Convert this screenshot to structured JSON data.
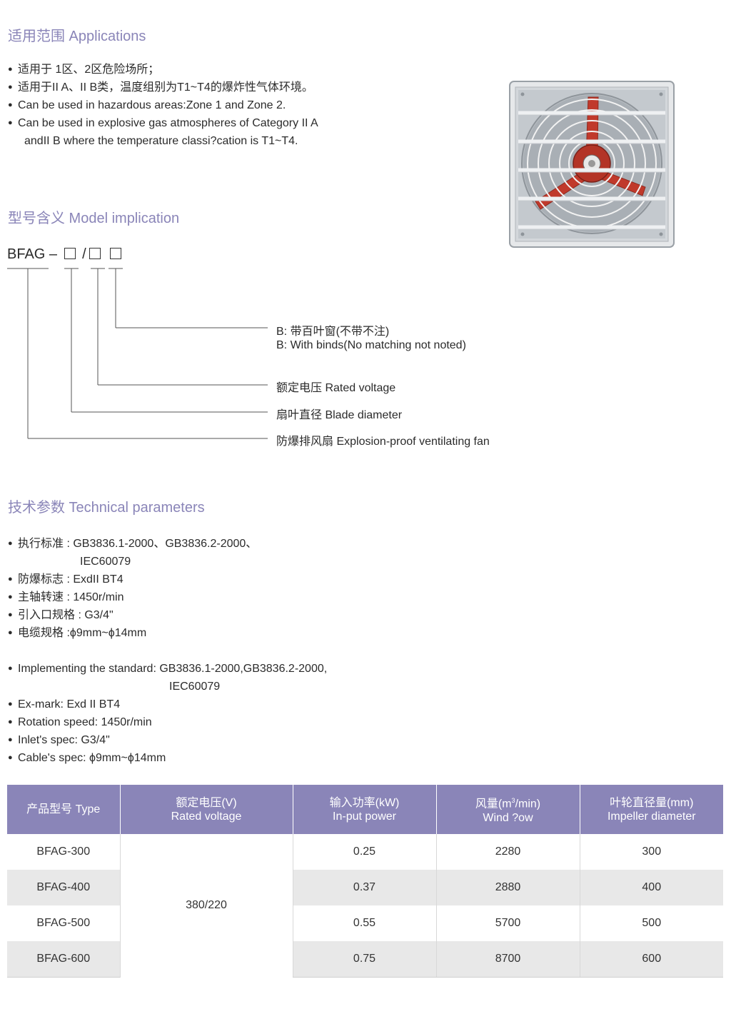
{
  "applications": {
    "heading": "适用范围 Applications",
    "items": [
      "适用于  1区、2区危险场所；",
      "适用于II   A、II  B类，温度组别为T1~T4的爆炸性气体环境。",
      "Can be used in hazardous areas:Zone 1 and Zone 2.",
      "Can be used in explosive gas atmospheres of Category  II  A"
    ],
    "continuation": "andII   B where the temperature classi?cation is T1~T4."
  },
  "model": {
    "heading": "型号含义 Model implication",
    "code_prefix": "BFAG –",
    "code_slash": "/",
    "explanations": [
      "B: 带百叶窗(不带不注)",
      "B: With binds(No matching not noted)",
      "额定电压 Rated voltage",
      "扇叶直径 Blade diameter",
      "防爆排风扇 Explosion-proof ventilating fan"
    ]
  },
  "technical": {
    "heading": "技术参数 Technical parameters",
    "cn_items": [
      "执行标准  : GB3836.1-2000、GB3836.2-2000、",
      "防爆标志  : ExdII   BT4",
      "主轴转速  : 1450r/min",
      "引入口规格  : G3/4\"",
      "电缆规格  :ϕ9mm~ϕ14mm"
    ],
    "cn_std_cont": "IEC60079",
    "en_items": [
      "Implementing the standard: GB3836.1-2000,GB3836.2-2000,",
      "Ex-mark: Exd   II   BT4",
      "Rotation speed: 1450r/min",
      "Inlet's spec: G3/4\"",
      "Cable's spec: ϕ9mm~ϕ14mm"
    ],
    "en_std_cont": "IEC60079"
  },
  "table": {
    "headers": [
      {
        "cn": "产品型号 Type",
        "en": ""
      },
      {
        "cn": "额定电压(V)",
        "en": "Rated voltage"
      },
      {
        "cn": "输入功率(kW)",
        "en": "In-put power"
      },
      {
        "cn": "风量(m³/min)",
        "en": "Wind ?ow"
      },
      {
        "cn": "叶轮直径量(mm)",
        "en": "Impeller diameter"
      }
    ],
    "voltage": "380/220",
    "rows": [
      {
        "type": "BFAG-300",
        "power": "0.25",
        "flow": "2280",
        "diameter": "300"
      },
      {
        "type": "BFAG-400",
        "power": "0.37",
        "flow": "2880",
        "diameter": "400"
      },
      {
        "type": "BFAG-500",
        "power": "0.55",
        "flow": "5700",
        "diameter": "500"
      },
      {
        "type": "BFAG-600",
        "power": "0.75",
        "flow": "8700",
        "diameter": "600"
      }
    ]
  },
  "colors": {
    "accent": "#8a85b8",
    "row_shade": "#e8e8e8",
    "fan_blade": "#c0392b"
  }
}
